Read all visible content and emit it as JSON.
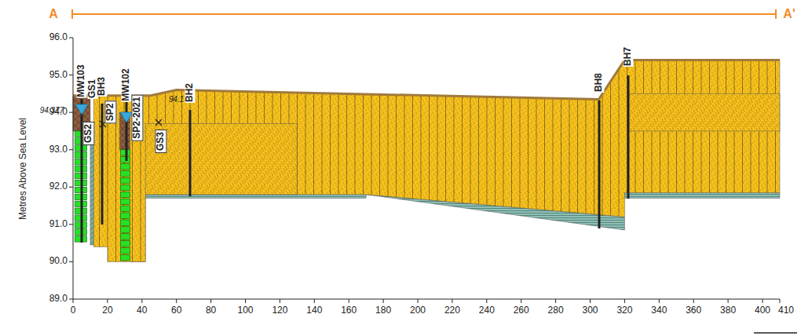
{
  "diagram": {
    "labels": [
      "A",
      "A'",
      "96.0",
      "95.0",
      "94.0",
      "93.0",
      "92.0",
      "91.0",
      "90.0",
      "89.0",
      "Metres Above Sea Level",
      "0",
      "20",
      "40",
      "60",
      "80",
      "100",
      "120",
      "140",
      "160",
      "180",
      "200",
      "220",
      "240",
      "260",
      "280",
      "300",
      "320",
      "340",
      "360",
      "380",
      "400",
      "410",
      "94.377",
      "94.171",
      "MW103",
      "GS1",
      "BH3",
      "SP2",
      "MW102",
      "SP2-2021",
      "GS2",
      "GS3",
      "BH2",
      "BH8",
      "BH7"
    ]
  }
}
